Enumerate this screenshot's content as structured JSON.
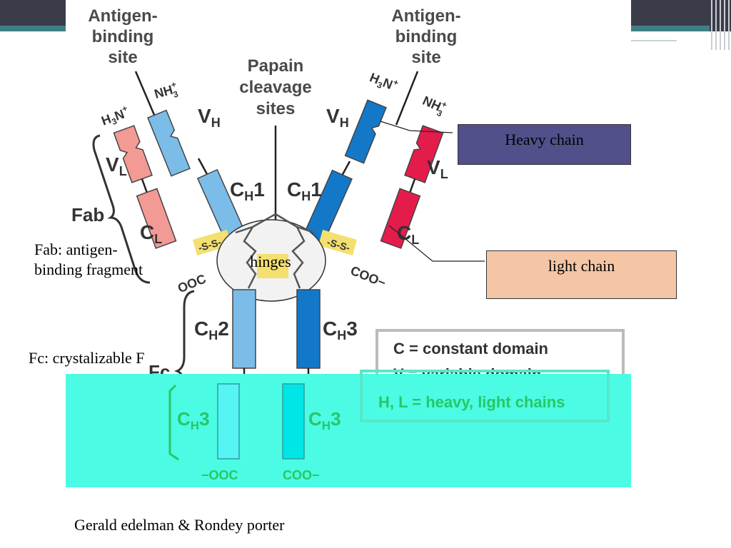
{
  "labels": {
    "antigen_left": [
      "Antigen-",
      "binding",
      "site"
    ],
    "antigen_right": [
      "Antigen-",
      "binding",
      "site"
    ],
    "papain": [
      "Papain",
      "cleavage",
      "sites"
    ],
    "vh": "V",
    "vl": "V",
    "ch1": "C",
    "cl": "C",
    "ch2": "C",
    "ch3": "C",
    "sub_h": "H",
    "sub_l": "L",
    "sub_1": "1",
    "sub_2": "2",
    "sub_3": "3",
    "h3n": "H",
    "h3n_sub": "3",
    "h3n_tail": "N",
    "plus": "+",
    "nh3": "NH",
    "nh3_sub": "3",
    "fab": "Fab",
    "fc": "Fc",
    "ooc_left": "OOC",
    "coo_right": "COO",
    "minus": "−",
    "ooc_bottom": "OOC",
    "coo_bottom": "COO",
    "ss": "-S-S-",
    "hinges": "hinges"
  },
  "legend": {
    "constant": "C = constant domain",
    "variable": "V = variable domain",
    "hl": "H, L = heavy, light chains"
  },
  "callouts": {
    "heavy_chain": "Heavy chain",
    "light_chain": "light chain",
    "fab_def": [
      "Fab: antigen-",
      "binding fragment"
    ],
    "fc_def": "Fc: crystalizable F",
    "credit": "Gerald edelman & Rondey porter"
  },
  "colors": {
    "heavy_light_blue": "#7bbde8",
    "heavy_dark_blue": "#1478c8",
    "light_pink": "#f29a93",
    "light_red": "#e41c4c",
    "disulfide_yellow": "#f3e070",
    "overlay_cyan": "#4cfbe4",
    "legend_green": "#27c766",
    "heavy_box": "#51508a",
    "light_box": "#f4c6a6"
  }
}
